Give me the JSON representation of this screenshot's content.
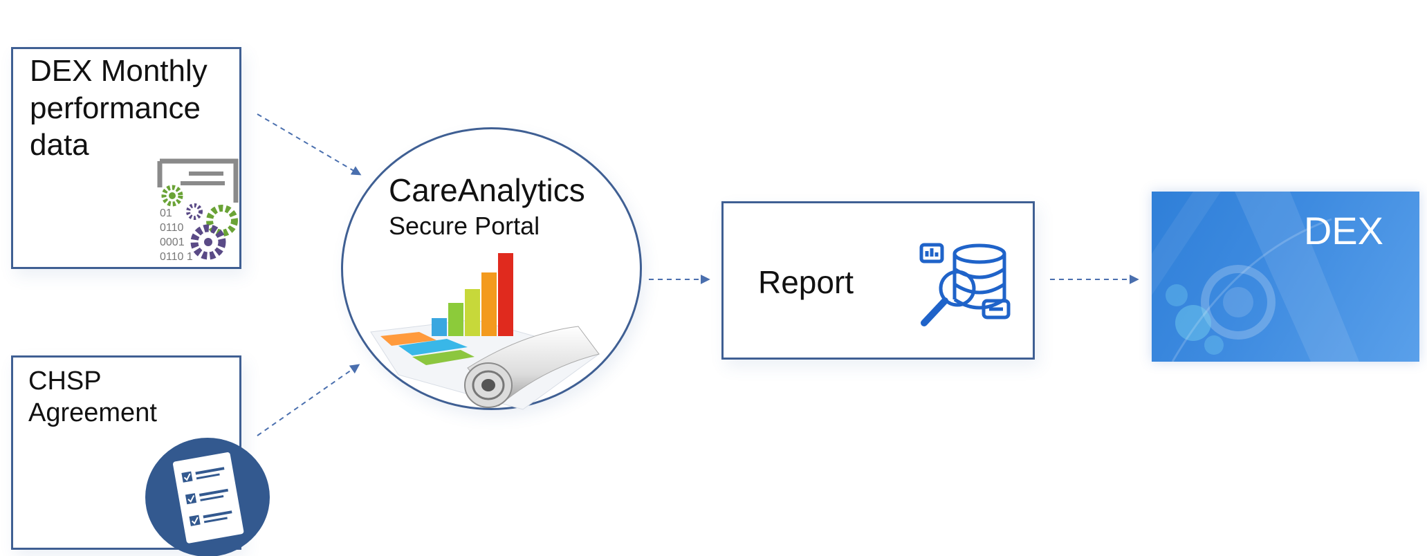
{
  "dex_data_box": {
    "title": "DEX Monthly performance data"
  },
  "chsp_box": {
    "title": "CHSP Agreement"
  },
  "portal": {
    "title": "CareAnalytics",
    "subtitle": "Secure Portal"
  },
  "report_box": {
    "title": "Report"
  },
  "dex_banner": {
    "label": "DEX"
  },
  "gear_icon_text": {
    "lines": [
      "01",
      "0110",
      "0001",
      "0110 1"
    ]
  },
  "colors": {
    "box_border": "#3f5f93",
    "arrow": "#4a6fae",
    "banner_blue": "#3e8be0",
    "report_icon": "#1f63c9",
    "checklist_circle": "#33598f"
  }
}
